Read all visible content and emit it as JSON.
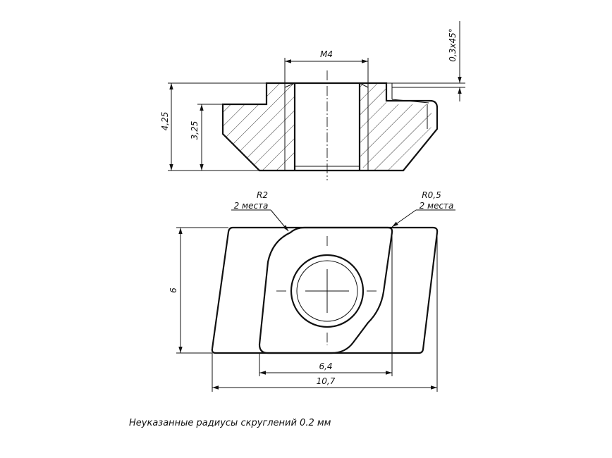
{
  "section_view": {
    "thread_label": "M4",
    "chamfer_label": "0,3x45°",
    "height_total": "4,25",
    "height_lower": "3,25"
  },
  "plan_view": {
    "radius_left": {
      "value": "R2",
      "qty": "2 места"
    },
    "radius_right": {
      "value": "R0,5",
      "qty": "2 места"
    },
    "height": "6",
    "width_inner": "6,4",
    "width_total": "10,7"
  },
  "note": "Неуказанные радиусы скруглений 0.2 мм"
}
